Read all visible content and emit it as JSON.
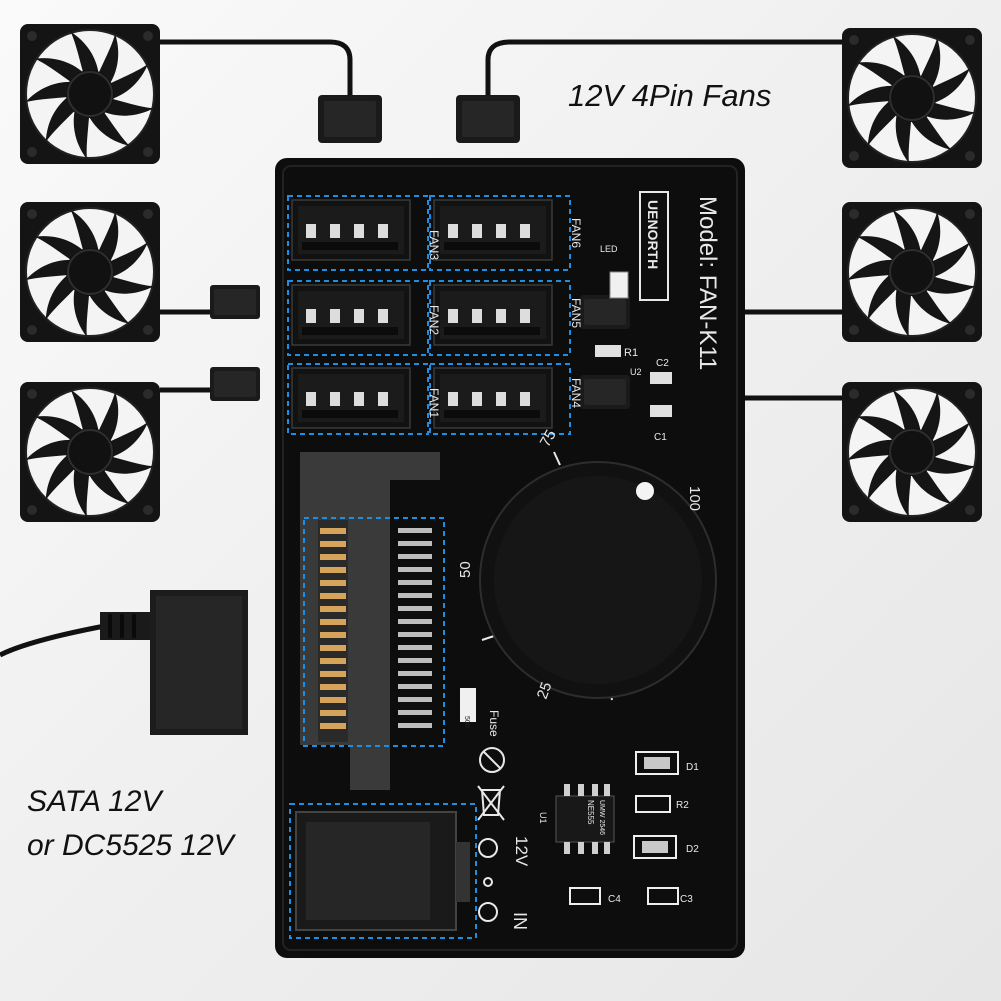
{
  "captions": {
    "fans": "12V 4Pin Fans",
    "power_line1": "SATA 12V",
    "power_line2": "or DC5525 12V"
  },
  "board": {
    "brand": "UENORTH",
    "model": "Model: FAN-K11",
    "led_label": "LED",
    "fuse_label": "Fuse",
    "fuse_code": "500",
    "input_label": "IN",
    "voltage_label": "12V",
    "chip_label": "NE555",
    "chip_code": "UMW 2546",
    "chip_ref": "U1",
    "headers": [
      "FAN3",
      "FAN6",
      "FAN2",
      "FAN5",
      "FAN1",
      "FAN4"
    ],
    "components": [
      "R1",
      "U2",
      "C2",
      "C1",
      "D1",
      "R2",
      "D2",
      "C4",
      "C3"
    ],
    "dial_marks": [
      "25",
      "50",
      "75",
      "100"
    ]
  },
  "colors": {
    "board": "#0d0d0d",
    "highlight": "#1e8fe0",
    "silkscreen": "#e8e8e8",
    "background": "#f2f2f2"
  }
}
